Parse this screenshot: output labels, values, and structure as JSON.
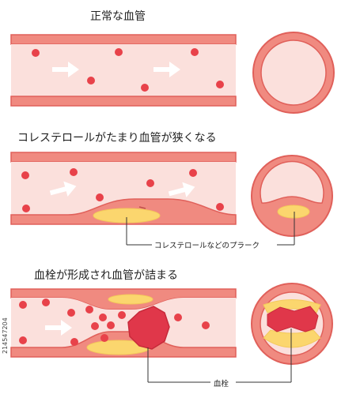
{
  "panels": [
    {
      "title": "正常な血管",
      "callout": ""
    },
    {
      "title": "コレステロールがたまり血管が狭くなる",
      "callout": "コレステロールなどのプラーク"
    },
    {
      "title": "血栓が形成され血管が詰まる",
      "callout": "血栓"
    }
  ],
  "stock_id": "214547204",
  "colors": {
    "vessel_wall": "#f08a80",
    "wall_outline": "#e0605a",
    "lumen": "#fbe0dc",
    "red_cell": "#e8424a",
    "arrow": "#ffffff",
    "plaque": "#fbe9a8",
    "plaque_core": "#fbd66e",
    "clot": "#e0374a"
  },
  "icons": [
    "flow-arrow-icon",
    "red-blood-cell-icon"
  ]
}
